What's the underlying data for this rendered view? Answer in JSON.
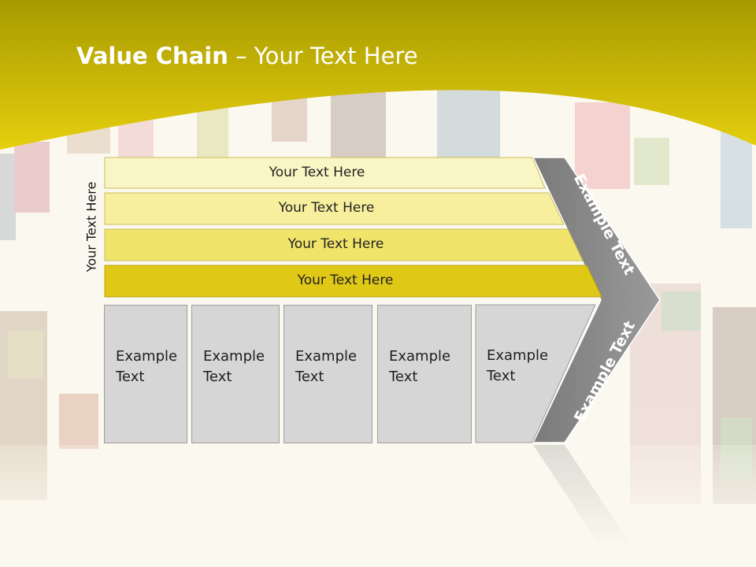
{
  "title": {
    "bold": "Value Chain",
    "rest": " – Your Text Here"
  },
  "side_label": "Your Text Here",
  "bands": [
    {
      "label": "Your Text Here",
      "color": "#faf5c4"
    },
    {
      "label": "Your Text Here",
      "color": "#f7ef9d"
    },
    {
      "label": "Your Text Here",
      "color": "#f0e46a"
    },
    {
      "label": "Your Text Here",
      "color": "#e0c817"
    }
  ],
  "boxes": [
    {
      "line1": "Example",
      "line2": "Text"
    },
    {
      "line1": "Example",
      "line2": "Text"
    },
    {
      "line1": "Example",
      "line2": "Text"
    },
    {
      "line1": "Example",
      "line2": "Text"
    },
    {
      "line1": "Example",
      "line2": "Text"
    }
  ],
  "chevron": {
    "upper": "Example Text",
    "lower": "Example Text"
  },
  "colors": {
    "header_top": "#a69a00",
    "header_bottom": "#e6cf0e",
    "chevron": "#8a8a8a",
    "box": "#d6d6d6",
    "background": "#fbf9ef"
  }
}
